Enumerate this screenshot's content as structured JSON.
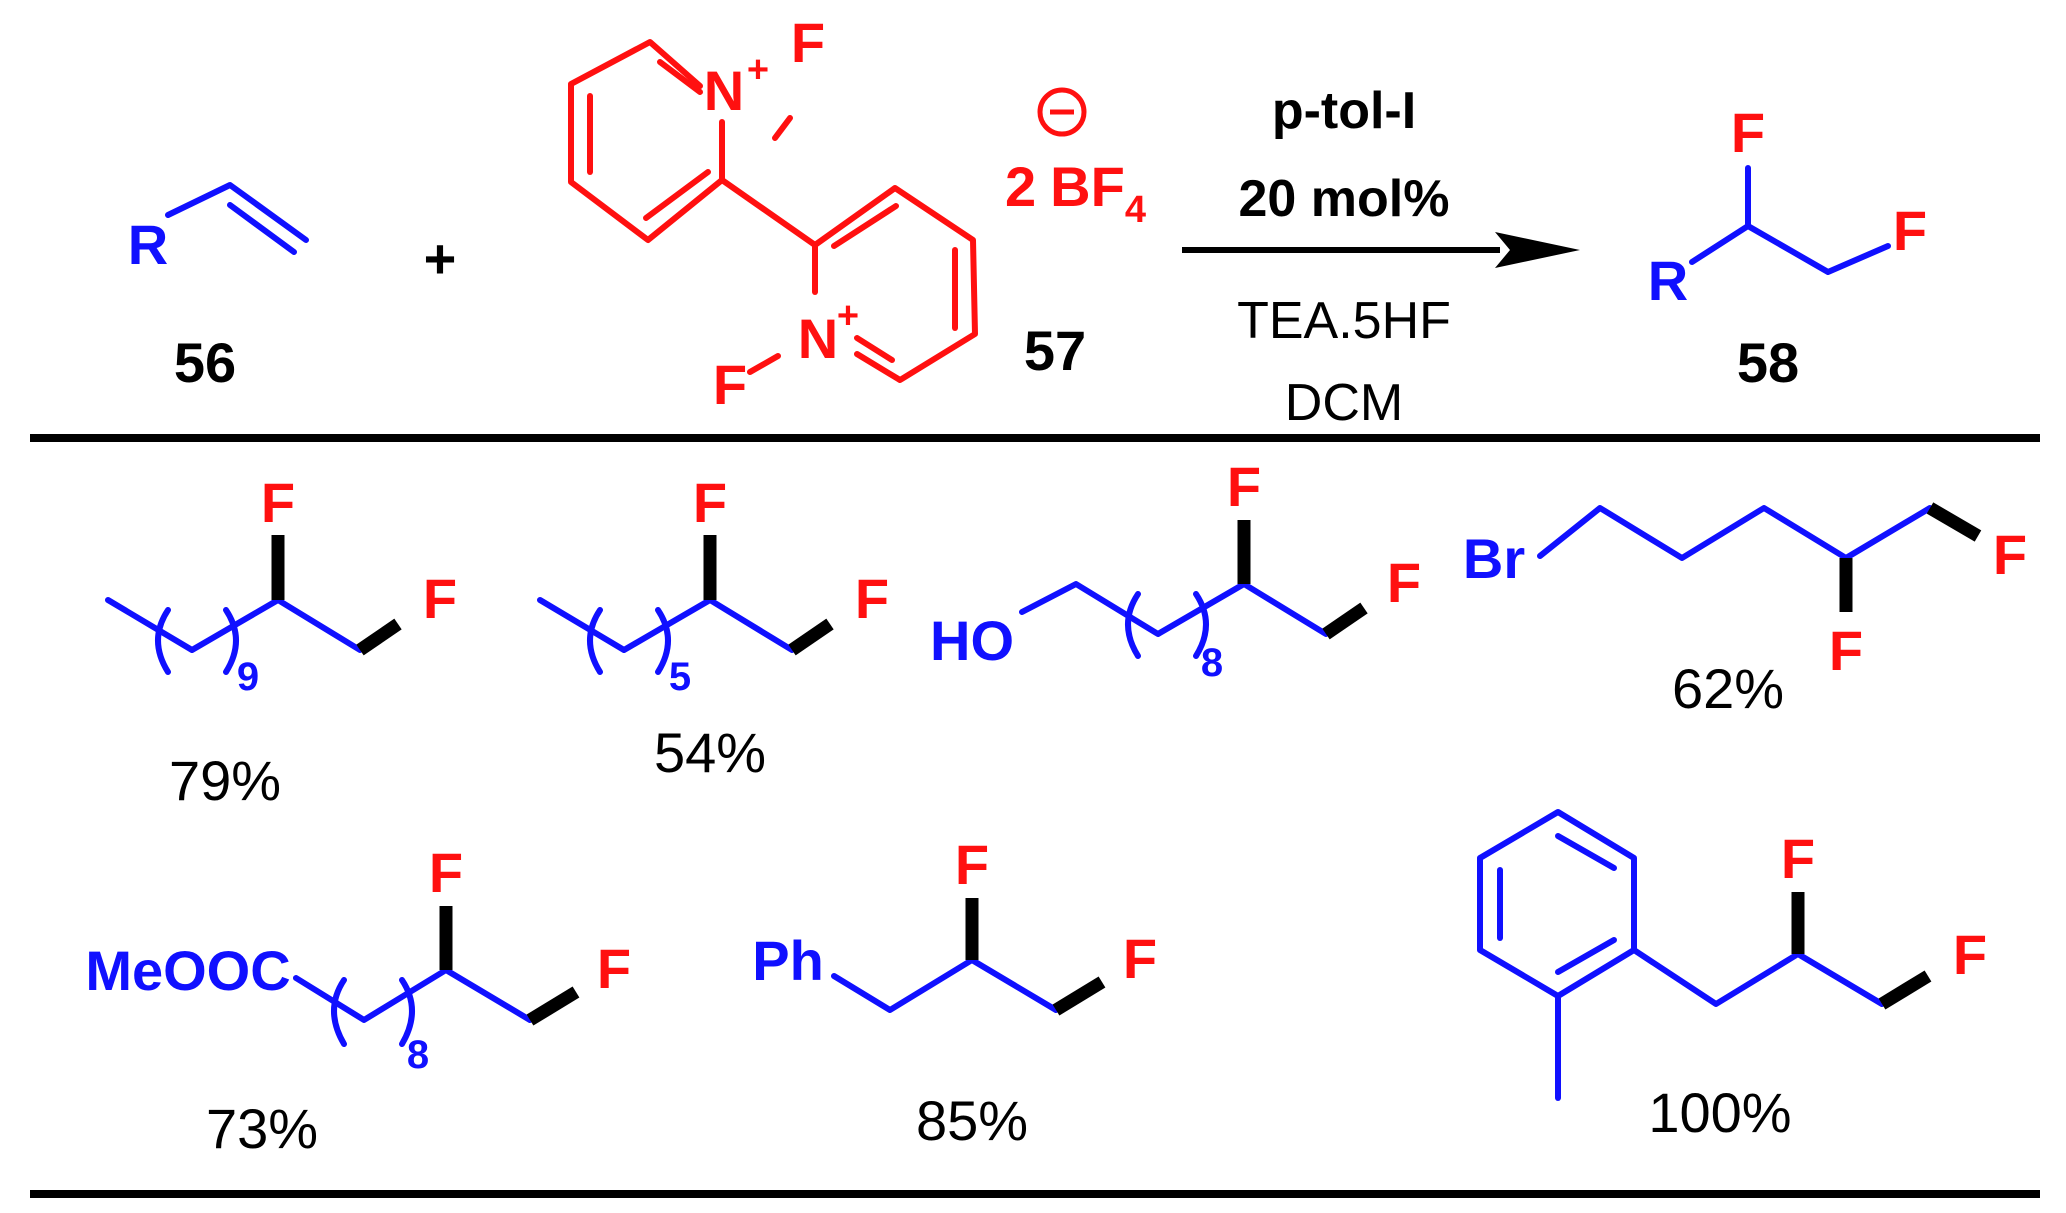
{
  "reaction": {
    "substrate": {
      "group": "R",
      "number": "56"
    },
    "plus": "+",
    "reagent": {
      "number": "57",
      "nitrogen_labels": [
        "N",
        "N"
      ],
      "charge": "+",
      "fluorine": "F",
      "counterion_coeff": "2",
      "counterion": "BF",
      "counterion_sub": "4",
      "anion_symbol": "−"
    },
    "conditions": {
      "catalyst": "p-tol-I",
      "loading": "20 mol%",
      "fluoride_source": "TEA.5HF",
      "solvent": "DCM"
    },
    "product": {
      "group": "R",
      "fluorine": "F",
      "number": "58"
    }
  },
  "substrates": [
    {
      "id": "c9",
      "repeat": "9",
      "fluorine": "F",
      "yield": "79%"
    },
    {
      "id": "c5",
      "repeat": "5",
      "fluorine": "F",
      "yield": "54%"
    },
    {
      "id": "ho",
      "head": "HO",
      "repeat": "8",
      "fluorine": "F",
      "yield": ""
    },
    {
      "id": "br",
      "head": "Br",
      "fluorine": "F",
      "yield": "62%"
    },
    {
      "id": "ester",
      "head": "MeOOC",
      "repeat": "8",
      "fluorine": "F",
      "yield": "73%"
    },
    {
      "id": "ph",
      "head": "Ph",
      "fluorine": "F",
      "yield": "85%"
    },
    {
      "id": "tolyl",
      "fluorine": "F",
      "yield": "100%"
    }
  ],
  "colors": {
    "substrate": "#1010ff",
    "fluorine": "#ff1010",
    "text": "#000000"
  }
}
